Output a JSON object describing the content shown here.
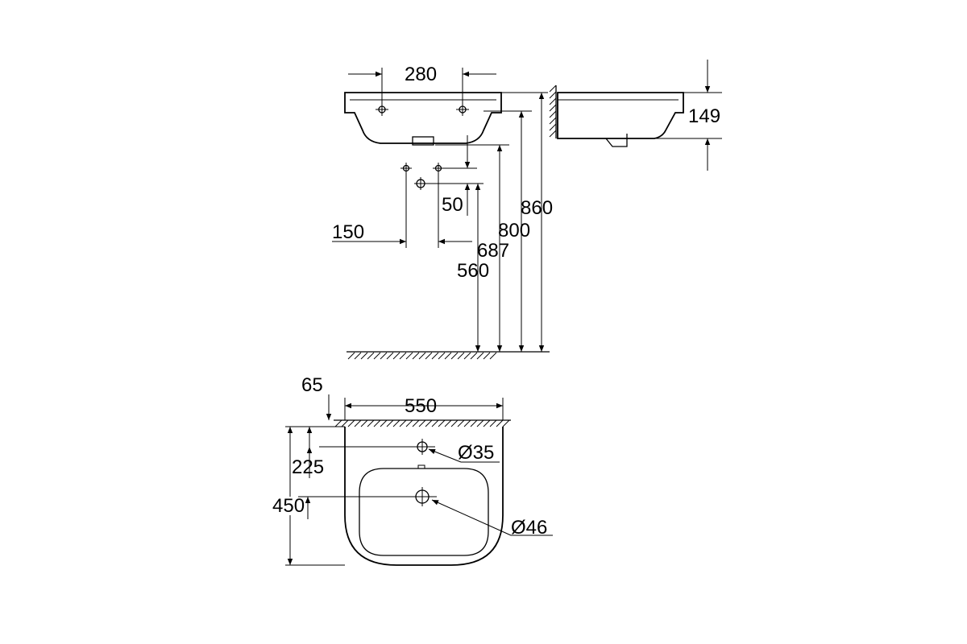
{
  "dimensions": {
    "tap_hole_spacing": "280",
    "basin_depth": "149",
    "overall_height": "860",
    "rim_height": "800",
    "outlet_height": "687",
    "supply_height": "560",
    "supply_offset": "50",
    "supply_spacing": "150",
    "wall_gap": "65",
    "overall_width": "550",
    "tap_hole_distance": "225",
    "overall_projection": "450",
    "tap_hole_diameter": "Ø35",
    "waste_diameter": "Ø46"
  }
}
